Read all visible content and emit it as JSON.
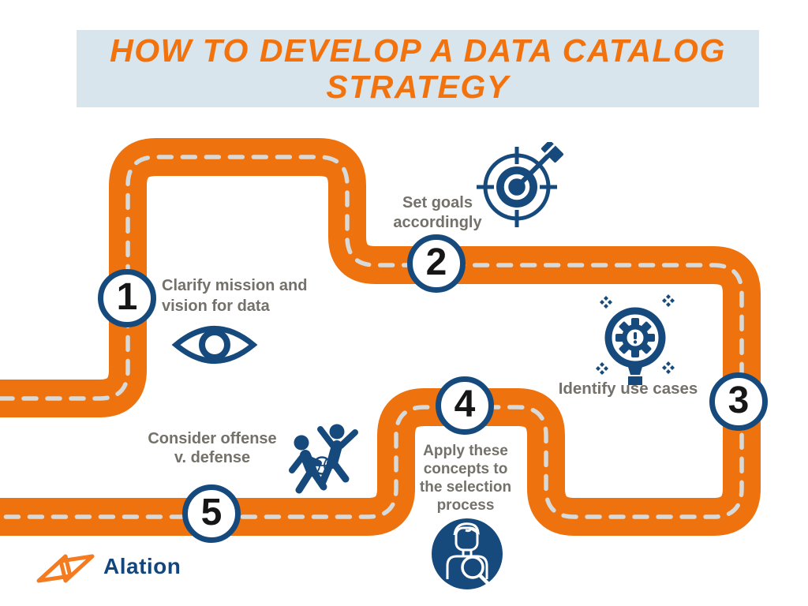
{
  "title": {
    "line1": "HOW TO DEVELOP A DATA CATALOG",
    "line2": "STRATEGY"
  },
  "steps": [
    {
      "number": "1",
      "icon": "eye-icon",
      "lines": [
        "Clarify mission and",
        "vision for data"
      ]
    },
    {
      "number": "2",
      "icon": "target-arrow-icon",
      "lines": [
        "Set goals",
        "accordingly"
      ]
    },
    {
      "number": "3",
      "icon": "magnifier-gear-alert-icon",
      "lines": [
        "Identify use cases"
      ]
    },
    {
      "number": "4",
      "icon": "person-search-icon",
      "lines": [
        "Apply these",
        "concepts to",
        "the selection",
        "process"
      ]
    },
    {
      "number": "5",
      "icon": "basketball-players-icon",
      "lines": [
        "Consider offense",
        "v. defense"
      ]
    }
  ],
  "logo": {
    "text": "Alation",
    "icon": "alation-bowtie-icon"
  },
  "colors": {
    "road_orange": "#EE720D",
    "title_text": "#F2730D",
    "title_bg": "#D8E5ED",
    "navy": "#174A7C",
    "label_gray": "#74716A",
    "dash_gray": "#D8D9D9",
    "logo_orange": "#F47B20",
    "logo_navy": "#12477D"
  }
}
